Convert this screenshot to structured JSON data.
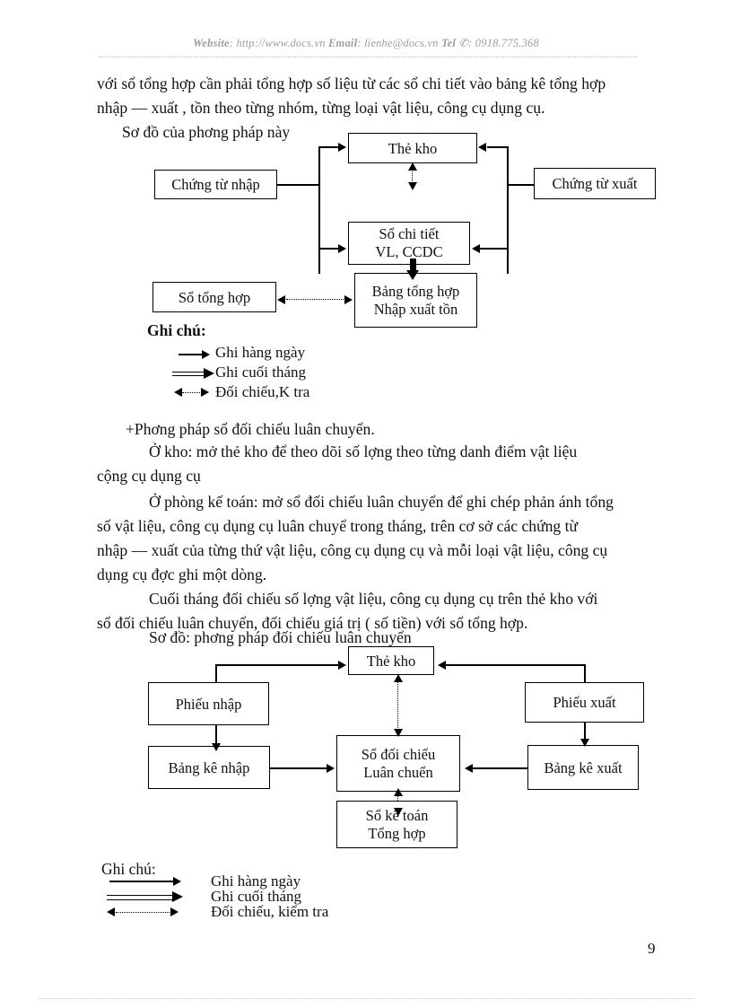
{
  "header": {
    "website_label": "Website",
    "website_url": ": http://www.docs.vn",
    "email_label": "Email",
    "email_value": ": lienhe@docs.vn",
    "tel_label": "Tel",
    "tel_icon": "telephone-icon",
    "tel_value": ": 0918.775.368"
  },
  "body": {
    "line1": "với sổ tổng hợp cần phải tổng hợp số liệu từ các sổ chi tiết vào bảng kê tổng hợp",
    "line2": "nhập — xuất , tồn theo từng nhóm, từng loại vật liệu, công cụ dụng cụ.",
    "line3": "Sơ đồ của phơng   pháp này",
    "line4": "+Phơng   pháp sổ đối chiếu luân chuyển.",
    "line5": "Ở  kho: mở thẻ kho để theo dõi số lợng   theo từng danh điểm vật liệu",
    "line6": "cộng cụ dụng cụ",
    "line7": "Ở phòng kế toán:  mở sổ đối chiếu luân chuyển để ghi chép phản ánh tổng",
    "line8": "số vật liệu, công cụ dụng cụ luân chuyể trong tháng, trên cơ sở các chứng từ",
    "line9": "nhập — xuất của từng thứ vật liệu, công cụ dụng cụ và mỗi loại vật liệu, công cụ",
    "line10": "dụng cụ đợc   ghi một dòng.",
    "line11": "Cuối tháng đối chiếu số lợng   vật liệu, công cụ dụng cụ trên thẻ kho với",
    "line12": "sổ đối chiếu luân chuyển, đối chiếu giá trị ( số tiền) với sổ tổng hợp.",
    "line13": "Sơ đồ: phơng   pháp đối chiếu luân chuyển"
  },
  "diagram1": {
    "boxes": {
      "the_kho": "Thẻ kho",
      "chung_tu_nhap": "Chứng từ nhập",
      "chung_tu_xuat": "Chứng từ xuất",
      "so_chi_tiet_l1": "Sổ chi tiết",
      "so_chi_tiet_l2": "VL, CCDC",
      "bang_tong_hop_l1": "Bảng tổng hợp",
      "bang_tong_hop_l2": "Nhập xuất tồn",
      "so_tong_hop": "Sổ tổng hợp"
    }
  },
  "legend1": {
    "title": "Ghi chú:",
    "items": [
      {
        "label": "Ghi hàng ngày",
        "style": "thin-arrow-right"
      },
      {
        "label": "Ghi cuối tháng",
        "style": "thick-arrow-right"
      },
      {
        "label": "Đối chiếu,K tra",
        "style": "dotted-double-arrow"
      }
    ]
  },
  "diagram2": {
    "boxes": {
      "the_kho": "Thẻ kho",
      "phieu_nhap": "Phiếu nhập",
      "phieu_xuat": "Phiếu xuất",
      "bang_ke_nhap": "Bảng kê nhập",
      "bang_ke_xuat": "Bảng kê  xuất",
      "so_doi_chieu_l1": "Sổ đối chiếu",
      "so_doi_chieu_l2": "Luân chuển",
      "so_ke_toan_l1": "Sổ kế toán",
      "so_ke_toan_l2": "Tổng hợp"
    }
  },
  "legend2": {
    "title": "Ghi chú:",
    "items": [
      {
        "label": "Ghi hàng ngày",
        "style": "thin-arrow-right"
      },
      {
        "label": "Ghi cuối tháng",
        "style": "thick-arrow-right"
      },
      {
        "label": "Đối chiếu, kiểm tra",
        "style": "dotted-double-arrow"
      }
    ]
  },
  "page_number": "9"
}
